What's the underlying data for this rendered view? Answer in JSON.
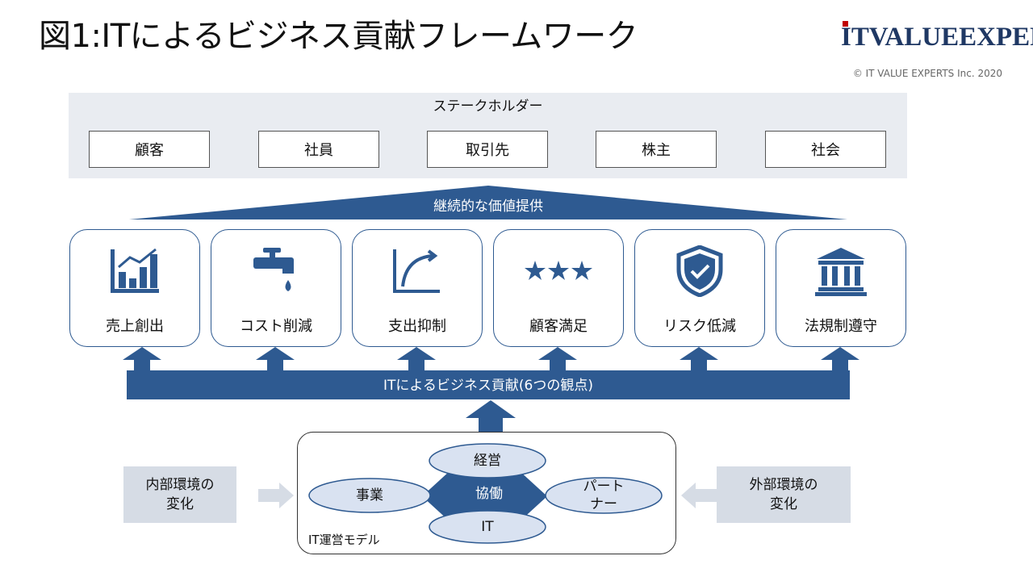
{
  "header": {
    "title": "図1:ITによるビジネス貢献フレームワーク",
    "logo_text": "ITVALUEEXPERTS",
    "copyright": "© IT VALUE EXPERTS Inc. 2020"
  },
  "stakeholders": {
    "title": "ステークホルダー",
    "items": [
      "顧客",
      "社員",
      "取引先",
      "株主",
      "社会"
    ]
  },
  "value_banner": "継続的な価値提供",
  "contributions": [
    {
      "label": "売上創出",
      "icon": "bar-chart-icon"
    },
    {
      "label": "コスト削減",
      "icon": "faucet-icon"
    },
    {
      "label": "支出抑制",
      "icon": "curve-chart-icon"
    },
    {
      "label": "顧客満足",
      "icon": "three-stars-icon"
    },
    {
      "label": "リスク低減",
      "icon": "shield-check-icon"
    },
    {
      "label": "法規制遵守",
      "icon": "bank-building-icon"
    }
  ],
  "contribution_bar": "ITによるビジネス貢献(6つの観点)",
  "it_model": {
    "label": "IT運営モデル",
    "center": "協働",
    "top": "経営",
    "left": "事業",
    "right_line1": "パート",
    "right_line2": "ナー",
    "bottom": "IT"
  },
  "environment": {
    "internal_line1": "内部環境の",
    "internal_line2": "変化",
    "external_line1": "外部環境の",
    "external_line2": "変化"
  },
  "colors": {
    "primary_blue": "#2e5a91",
    "light_blue": "#d9e2f1",
    "panel_gray": "#e9ecf1",
    "env_gray": "#d6dce5",
    "logo_red": "#c00000"
  }
}
